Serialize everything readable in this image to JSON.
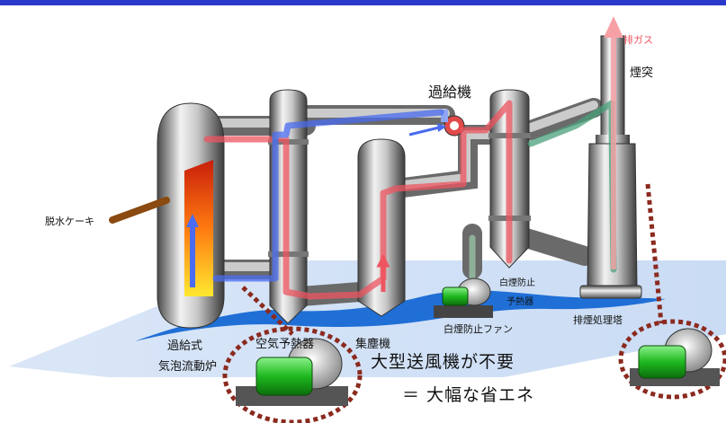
{
  "labels": {
    "dewatered_cake": "脱水ケーキ",
    "furnace_line1": "過給式",
    "furnace_line2": "気泡流動炉",
    "air_preheater": "空気予熱器",
    "dust_collector": "集塵機",
    "turbocharger": "過給機",
    "white_smoke_preheater_line1": "白煙防止",
    "white_smoke_preheater_line2": "予熱器",
    "white_smoke_fan": "白煙防止ファン",
    "flue_gas_tower": "排煙処理塔",
    "exhaust_gas": "排ガス",
    "chimney": "煙突"
  },
  "message": {
    "line1": "大型送風機が不要",
    "line2": "＝ 大幅な省エネ"
  },
  "colors": {
    "top_bar": "#2a39c9",
    "hot_flow": "#ee5560",
    "air_flow": "#4a6cf0",
    "green_flow": "#4aa07a",
    "floor_water": "#1f6fd6",
    "callout_border": "#8b2a1f"
  }
}
